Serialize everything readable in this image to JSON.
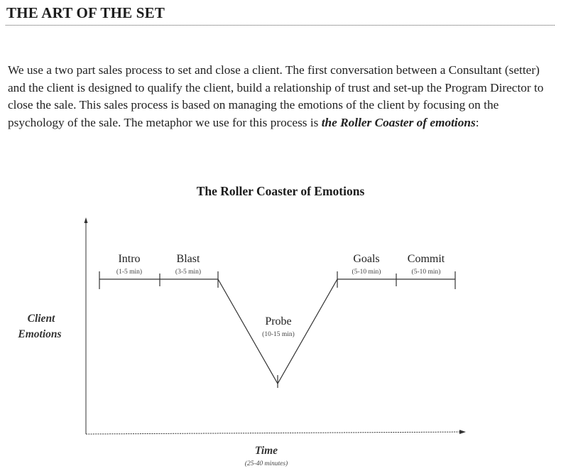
{
  "document": {
    "title": "THE ART OF THE SET",
    "paragraph_prefix": "We use a two part sales process to set and close a client.  The first conversation between a Consultant (setter) and the client is designed to qualify the client, build a relationship of trust and set-up the Program Director to close the sale.  This sales process is based on managing the emotions of the client by focusing on the psychology of the sale.  The metaphor we use for this process is ",
    "paragraph_emphasis": "the Roller Coaster of emotions",
    "paragraph_suffix": ":"
  },
  "diagram": {
    "title": "The Roller Coaster of Emotions",
    "y_label_line1": "Client",
    "y_label_line2": "Emotions",
    "x_label": "Time",
    "x_sublabel": "(25-40 minutes)",
    "stages": [
      {
        "label": "Intro",
        "duration": "(1-5 min)"
      },
      {
        "label": "Blast",
        "duration": "(3-5 min)"
      },
      {
        "label": "Probe",
        "duration": "(10-15 min)"
      },
      {
        "label": "Goals",
        "duration": "(5-10 min)"
      },
      {
        "label": "Commit",
        "duration": "(5-10 min)"
      }
    ]
  }
}
